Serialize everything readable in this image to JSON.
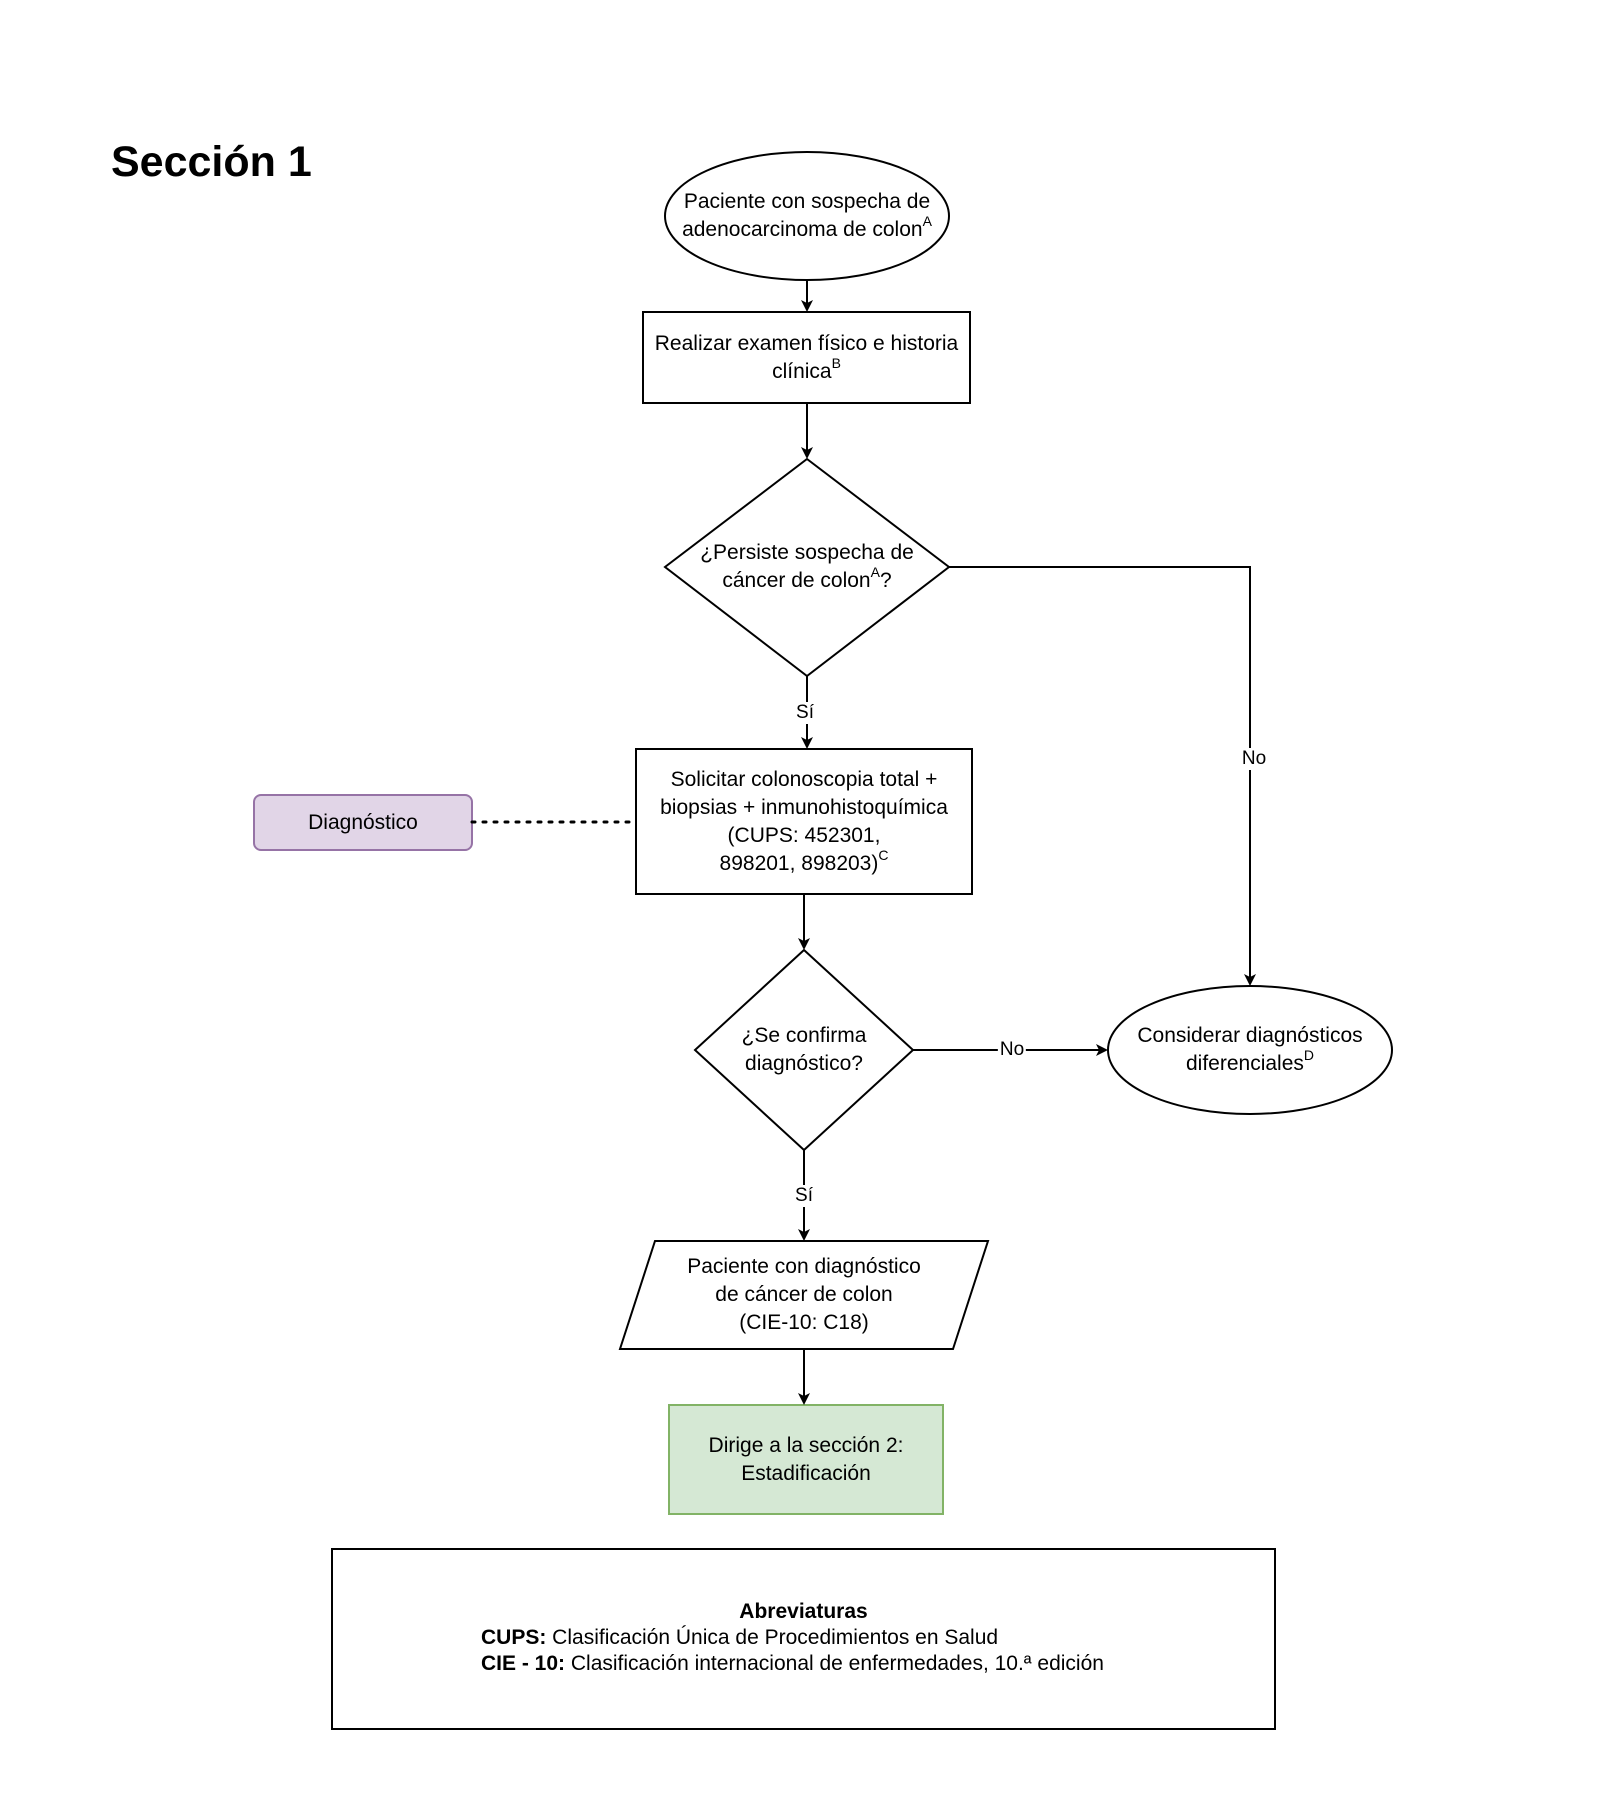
{
  "title": "Sección 1",
  "nodes": {
    "start": {
      "line1": "Paciente con sospecha de",
      "line2": "adenocarcinoma de colon",
      "sup": "A"
    },
    "exam": {
      "line1": "Realizar examen físico e historia",
      "line2": "clínica",
      "sup": "B"
    },
    "decision1": {
      "line1": "¿Persiste sospecha de",
      "line2": "cáncer de colon",
      "sup": "A",
      "suffix": "?"
    },
    "colonoscopy": {
      "line1": "Solicitar colonoscopia total +",
      "line2": "biopsias + inmunohistoquímica",
      "line3": "(CUPS: 452301,",
      "line4": "898201, 898203)",
      "sup": "C"
    },
    "diagnostic_tag": {
      "label": "Diagnóstico"
    },
    "decision2": {
      "line1": "¿Se confirma",
      "line2": "diagnóstico?"
    },
    "differential": {
      "line1": "Considerar diagnósticos",
      "line2": "diferenciales",
      "sup": "D"
    },
    "confirmed": {
      "line1": "Paciente con diagnóstico",
      "line2": "de cáncer de colon",
      "line3": "(CIE-10: C18)"
    },
    "next_section": {
      "line1": "Dirige a la sección 2:",
      "line2": "Estadificación"
    }
  },
  "edge_labels": {
    "yes1": "Sí",
    "no1": "No",
    "no2": "No",
    "yes2": "Sí"
  },
  "colors": {
    "diagnostic_fill": "#e1d5e7",
    "diagnostic_stroke": "#9673a6",
    "next_fill": "#d5e8d4",
    "next_stroke": "#82b366"
  },
  "abbreviations": {
    "title": "Abreviaturas",
    "items": [
      {
        "key": "CUPS:",
        "text": " Clasificación Única de Procedimientos en Salud"
      },
      {
        "key": "CIE - 10:",
        "text": " Clasificación internacional de enfermedades, 10.ª edición"
      }
    ]
  }
}
